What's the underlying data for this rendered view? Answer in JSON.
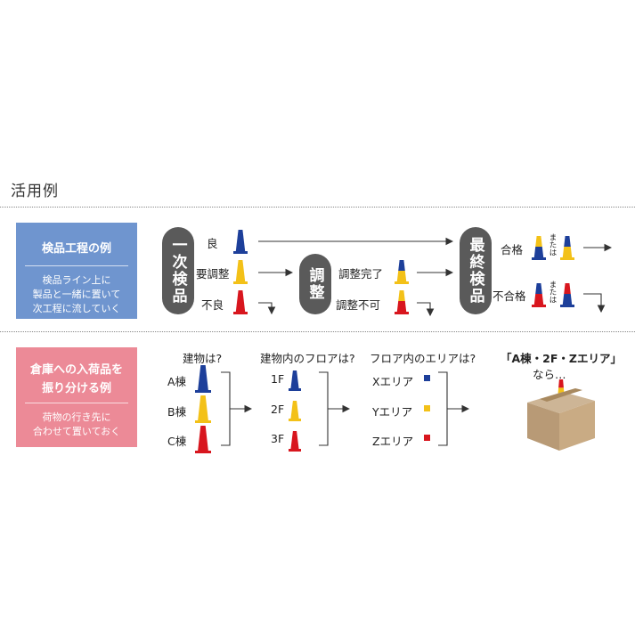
{
  "heading": "活用例",
  "example1": {
    "title": "検品工程の例",
    "desc": [
      "検品ライン上に",
      "製品と一緒に置いて",
      "次工程に流していく"
    ],
    "stage1": "一次検品",
    "good": "良",
    "needs_adjust": "要調整",
    "bad": "不良",
    "stage2": "調整",
    "adjust_done": "調整完了",
    "adjust_fail": "調整不可",
    "stage3": "最終検品",
    "pass": "合格",
    "fail": "不合格",
    "or": "または"
  },
  "example2": {
    "title": "倉庫への入荷品を",
    "title2": "振り分ける例",
    "desc": [
      "荷物の行き先に",
      "合わせて置いておく"
    ],
    "q1": "建物は?",
    "q2": "建物内のフロアは?",
    "q3": "フロア内のエリアは?",
    "buildings": [
      "A棟",
      "B棟",
      "C棟"
    ],
    "floors": [
      "1F",
      "2F",
      "3F"
    ],
    "areas": [
      "Xエリア",
      "Yエリア",
      "Zエリア"
    ],
    "result": "「A棟・2F・Zエリア」",
    "result_suffix": "なら…"
  },
  "colors": {
    "blue": "#1d3f9a",
    "yellow": "#f3c118",
    "red": "#d8161e"
  }
}
